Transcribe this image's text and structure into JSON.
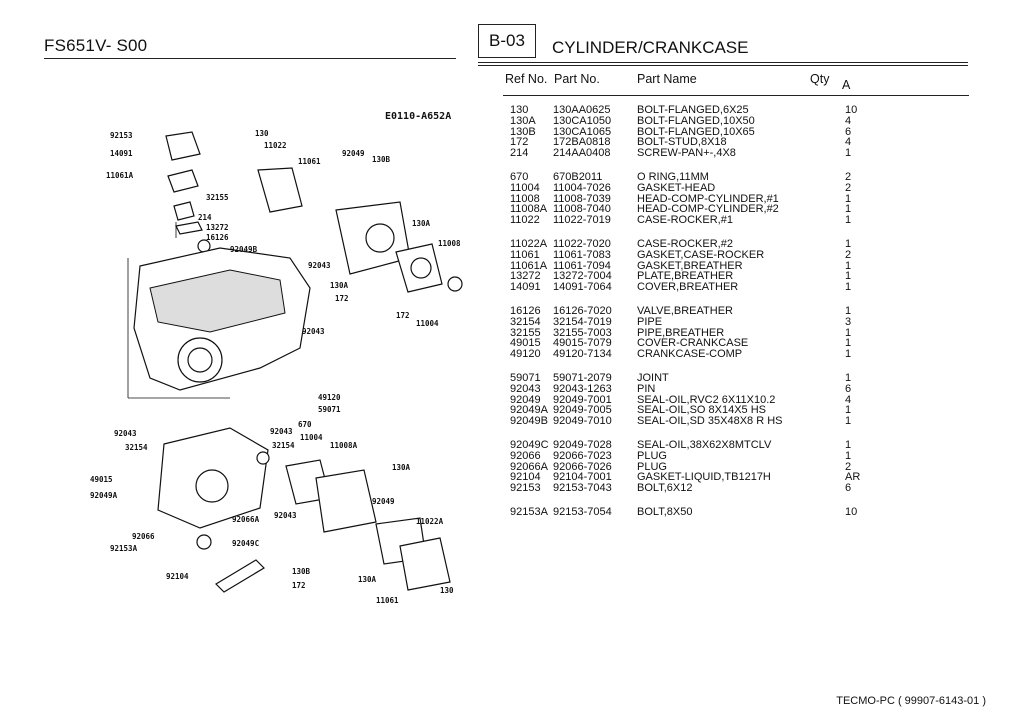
{
  "header": {
    "model": "FS651V- S00",
    "section_code": "B-03",
    "section_title": "CYLINDER/CRANKCASE",
    "columns": {
      "ref": "Ref No.",
      "part": "Part No.",
      "name": "Part Name",
      "qty": "Qty",
      "a": "A"
    }
  },
  "diagram": {
    "code": "E0110-A652A",
    "labels": [
      "92153",
      "14091",
      "11061A",
      "32155",
      "214",
      "13272",
      "16126",
      "92049B",
      "130",
      "11022",
      "11061",
      "92049",
      "130B",
      "130A",
      "11008",
      "92043",
      "130A",
      "172",
      "172",
      "11004",
      "92043",
      "49120",
      "59071",
      "670",
      "32154",
      "92043",
      "32154",
      "92043",
      "11004",
      "11008A",
      "130A",
      "49015",
      "92049A",
      "92049",
      "92043",
      "92066A",
      "92066",
      "92153A",
      "92049C",
      "11022A",
      "92104",
      "130B",
      "172",
      "130A",
      "11061",
      "130"
    ]
  },
  "parts": [
    [
      {
        "ref": "130",
        "no": "130AA0625",
        "name": "BOLT-FLANGED,6X25",
        "qty": "10"
      },
      {
        "ref": "130A",
        "no": "130CA1050",
        "name": "BOLT-FLANGED,10X50",
        "qty": "4"
      },
      {
        "ref": "130B",
        "no": "130CA1065",
        "name": "BOLT-FLANGED,10X65",
        "qty": "6"
      },
      {
        "ref": "172",
        "no": "172BA0818",
        "name": "BOLT-STUD,8X18",
        "qty": "4"
      },
      {
        "ref": "214",
        "no": "214AA0408",
        "name": "SCREW-PAN+-,4X8",
        "qty": "1"
      }
    ],
    [
      {
        "ref": "670",
        "no": "670B2011",
        "name": "O RING,11MM",
        "qty": "2"
      },
      {
        "ref": "11004",
        "no": "11004-7026",
        "name": "GASKET-HEAD",
        "qty": "2"
      },
      {
        "ref": "11008",
        "no": "11008-7039",
        "name": "HEAD-COMP-CYLINDER,#1",
        "qty": "1"
      },
      {
        "ref": "11008A",
        "no": "11008-7040",
        "name": "HEAD-COMP-CYLINDER,#2",
        "qty": "1"
      },
      {
        "ref": "11022",
        "no": "11022-7019",
        "name": "CASE-ROCKER,#1",
        "qty": "1"
      }
    ],
    [
      {
        "ref": "11022A",
        "no": "11022-7020",
        "name": "CASE-ROCKER,#2",
        "qty": "1"
      },
      {
        "ref": "11061",
        "no": "11061-7083",
        "name": "GASKET,CASE-ROCKER",
        "qty": "2"
      },
      {
        "ref": "11061A",
        "no": "11061-7094",
        "name": "GASKET,BREATHER",
        "qty": "1"
      },
      {
        "ref": "13272",
        "no": "13272-7004",
        "name": "PLATE,BREATHER",
        "qty": "1"
      },
      {
        "ref": "14091",
        "no": "14091-7064",
        "name": "COVER,BREATHER",
        "qty": "1"
      }
    ],
    [
      {
        "ref": "16126",
        "no": "16126-7020",
        "name": "VALVE,BREATHER",
        "qty": "1"
      },
      {
        "ref": "32154",
        "no": "32154-7019",
        "name": "PIPE",
        "qty": "3"
      },
      {
        "ref": "32155",
        "no": "32155-7003",
        "name": "PIPE,BREATHER",
        "qty": "1"
      },
      {
        "ref": "49015",
        "no": "49015-7079",
        "name": "COVER-CRANKCASE",
        "qty": "1"
      },
      {
        "ref": "49120",
        "no": "49120-7134",
        "name": "CRANKCASE-COMP",
        "qty": "1"
      }
    ],
    [
      {
        "ref": "59071",
        "no": "59071-2079",
        "name": "JOINT",
        "qty": "1"
      },
      {
        "ref": "92043",
        "no": "92043-1263",
        "name": "PIN",
        "qty": "6"
      },
      {
        "ref": "92049",
        "no": "92049-7001",
        "name": "SEAL-OIL,RVC2 6X11X10.2",
        "qty": "4"
      },
      {
        "ref": "92049A",
        "no": "92049-7005",
        "name": "SEAL-OIL,SO 8X14X5 HS",
        "qty": "1"
      },
      {
        "ref": "92049B",
        "no": "92049-7010",
        "name": "SEAL-OIL,SD 35X48X8 R HS",
        "qty": "1"
      }
    ],
    [
      {
        "ref": "92049C",
        "no": "92049-7028",
        "name": "SEAL-OIL,38X62X8MTCLV",
        "qty": "1"
      },
      {
        "ref": "92066",
        "no": "92066-7023",
        "name": "PLUG",
        "qty": "1"
      },
      {
        "ref": "92066A",
        "no": "92066-7026",
        "name": "PLUG",
        "qty": "2"
      },
      {
        "ref": "92104",
        "no": "92104-7001",
        "name": "GASKET-LIQUID,TB1217H",
        "qty": "AR"
      },
      {
        "ref": "92153",
        "no": "92153-7043",
        "name": "BOLT,6X12",
        "qty": "6"
      }
    ],
    [
      {
        "ref": "92153A",
        "no": "92153-7054",
        "name": "BOLT,8X50",
        "qty": "10"
      }
    ]
  ],
  "footer": "TECMO-PC ( 99907-6143-01 )"
}
